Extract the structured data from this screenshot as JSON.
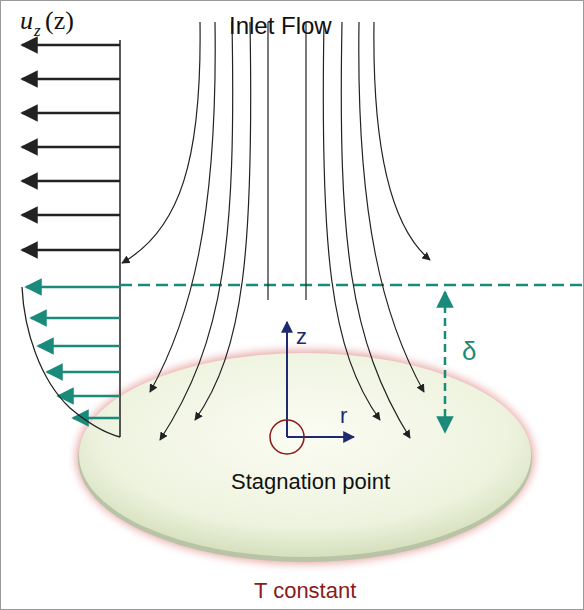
{
  "diagram": {
    "nodes": [
      {
        "text": [
          "Stagnation point"
        ]
      }
    ],
    "labels": [
      "u",
      "z",
      "(z)",
      "Inlet Flow",
      "z",
      "r",
      "δ",
      "T constant"
    ]
  }
}
